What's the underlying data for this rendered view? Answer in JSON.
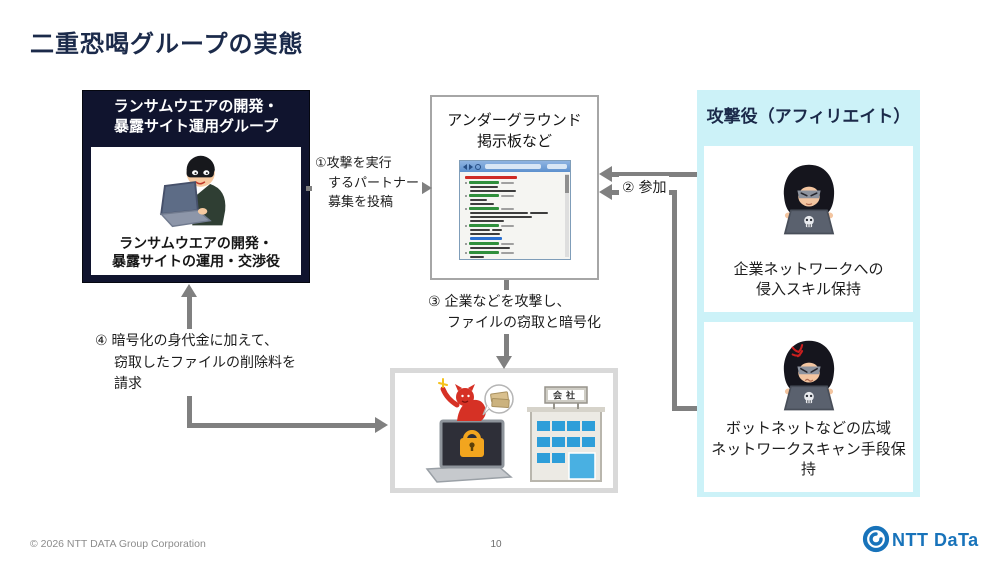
{
  "slide": {
    "title": "二重恐喝グループの実態"
  },
  "dev_group": {
    "header_line1": "ランサムウエアの開発・",
    "header_line2": "暴露サイト運用グループ",
    "caption_line1": "ランサムウエアの開発・",
    "caption_line2": "暴露サイトの運用・交渉役"
  },
  "board": {
    "title_line1": "アンダーグラウンド",
    "title_line2": "掲示板など"
  },
  "affiliates": {
    "title": "攻撃役（アフィリエイト）",
    "member1": {
      "caption_line1": "企業ネットワークへの",
      "caption_line2": "侵入スキル保持"
    },
    "member2": {
      "caption_line1": "ボットネットなどの広域",
      "caption_line2": "ネットワークスキャン手段保持"
    }
  },
  "victim": {
    "building_sign": "会社"
  },
  "steps": {
    "s1": {
      "l1": "①攻撃を実行",
      "l2": "するパートナー",
      "l3": "募集を投稿"
    },
    "s2": {
      "label": "② 参加"
    },
    "s3": {
      "l1": "③ 企業などを攻撃し、",
      "l2": "ファイルの窃取と暗号化"
    },
    "s4": {
      "l1": "④ 暗号化の身代金に加えて、",
      "l2": "窃取したファイルの削除料を",
      "l3": "請求"
    }
  },
  "footer": {
    "copyright": "© 2026 NTT DATA Group Corporation",
    "page": "10",
    "logo_text": "NTT DaTa"
  },
  "colors": {
    "title_navy": "#1b2a4a",
    "dev_box_bg": "#10142e",
    "affiliate_panel_bg": "#ccf2f8",
    "arrow_gray": "#808080",
    "ntt_blue": "#1873ba",
    "lock_orange": "#f2a51e",
    "window_blue": "#2e9ed9",
    "devil_red": "#d63125"
  }
}
